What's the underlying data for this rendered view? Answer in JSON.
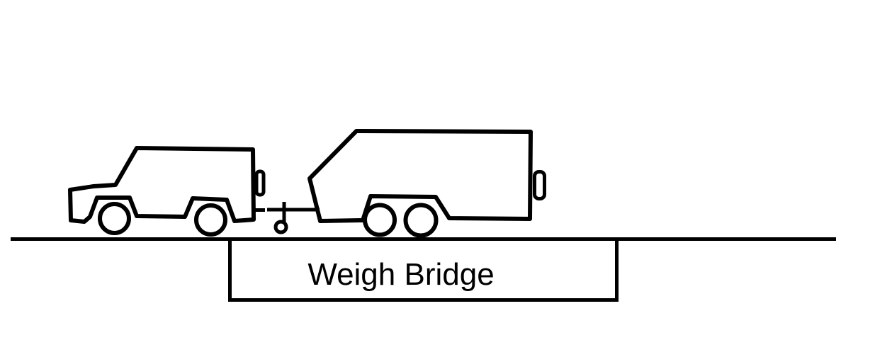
{
  "scene": {
    "weigh_bridge_label": "Weigh Bridge",
    "figures": {
      "car": "towing-vehicle-line-drawing",
      "trailer": "box-trailer-line-drawing",
      "hitch": "tow-hitch-coupling",
      "ground": "road-line",
      "weigh_bridge": "weigh-bridge-platform"
    }
  },
  "colors": {
    "stroke": "#000000",
    "background": "#ffffff"
  }
}
